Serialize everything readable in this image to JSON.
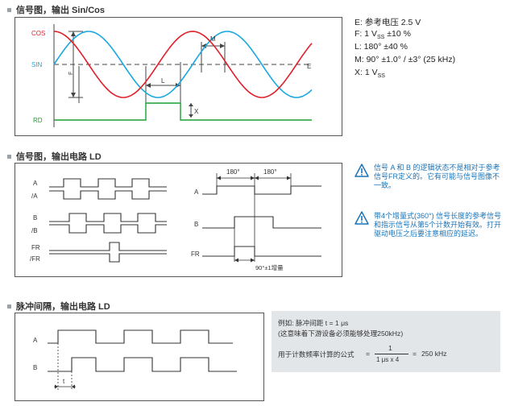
{
  "sections": {
    "s1": {
      "title": "信号图，输出 Sin/Cos"
    },
    "s2": {
      "title": "信号图，输出电路 LD"
    },
    "s3": {
      "title": "脉冲间隔，输出电路 LD"
    }
  },
  "sincos": {
    "labels": {
      "cos": "COS",
      "sin": "SIN",
      "rd": "RD",
      "f": "F",
      "l": "L",
      "m": "M",
      "x": "X",
      "e": "E"
    },
    "colors": {
      "cos": "#e0202a",
      "sin": "#1aa8e0",
      "rd": "#18a030",
      "grid": "#444444"
    }
  },
  "specs": {
    "e": {
      "prefix": "E: ",
      "text": "参考电压 2.5 V"
    },
    "f": {
      "prefix": "F: 1 V",
      "sub": "SS",
      "suffix": " ±10 %"
    },
    "l": {
      "text": "L: 180°  ±40 %"
    },
    "m": {
      "text": "M: 90°  ±1.0° / ±3°  (25 kHz)"
    },
    "x": {
      "prefix": "X: 1 V",
      "sub": "SS"
    }
  },
  "ld": {
    "left": {
      "a": "A",
      "a_inv": "/A",
      "b": "B",
      "b_inv": "/B",
      "fr": "FR",
      "fr_inv": "/FR"
    },
    "right": {
      "a": "A",
      "b": "B",
      "fr": "FR",
      "deg1": "180°",
      "deg2": "180°",
      "incr": "90°±1增量"
    }
  },
  "notes": {
    "n1": "信号 A 和 B 的逻辑状态不是相对于参考信号FR定义的。它有可能与信号图像不一致。",
    "n2": "带4个增量式(360°) 信号长度的参考信号和指示信号从第5个计数开始有效。打开驱动电压之后要注意相应的延迟。"
  },
  "pulse": {
    "a": "A",
    "b": "B",
    "t": "t"
  },
  "example": {
    "line1": "例如: 脉冲间距 t = 1 μs",
    "line2": "(这意味着下游设备必须能够处理250kHz)",
    "formula_label": "用于计数频率计算的公式",
    "eq1": "=",
    "numerator": "1",
    "denominator": "1 μs x 4",
    "eq2": "=",
    "result": "250 kHz"
  }
}
